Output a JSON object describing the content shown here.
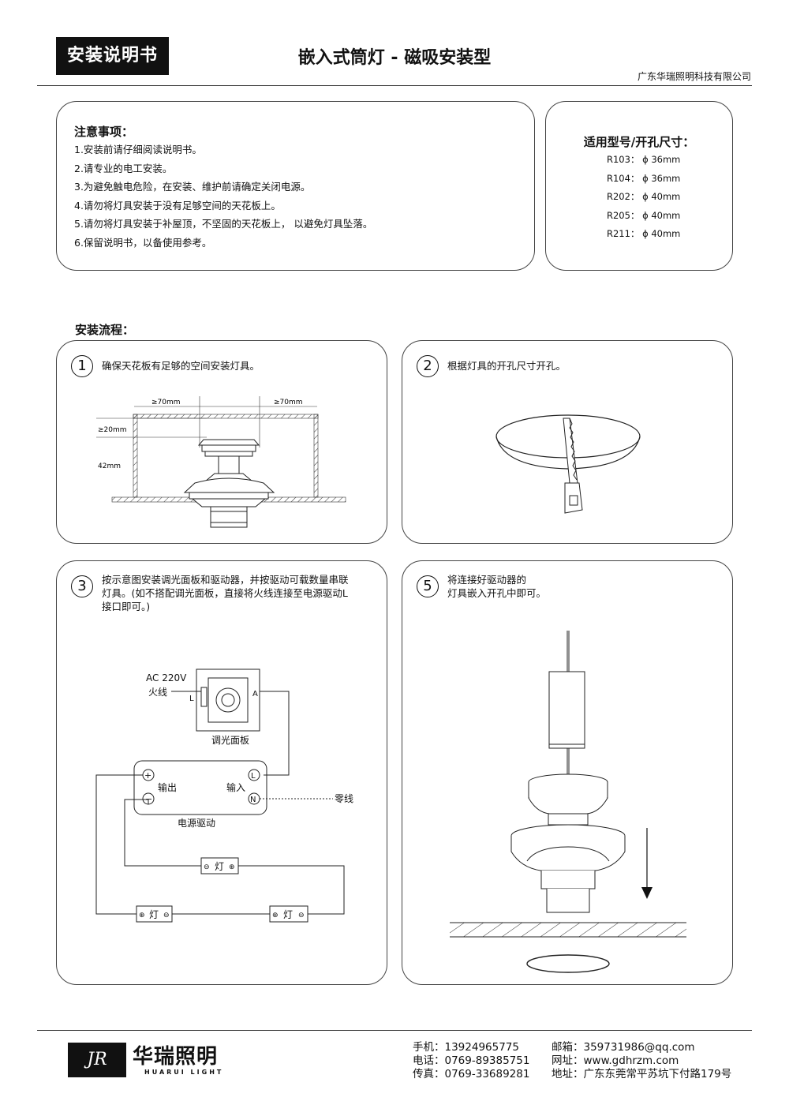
{
  "header": {
    "badge": "安装说明书",
    "title": "嵌入式筒灯 - 磁吸安装型",
    "company": "广东华瑞照明科技有限公司"
  },
  "notes": {
    "title": "注意事项：",
    "items": [
      "1.安装前请仔细阅读说明书。",
      "2.请专业的电工安装。",
      "3.为避免触电危险，在安装、维护前请确定关闭电源。",
      "4.请勿将灯具安装于没有足够空间的天花板上。",
      "5.请勿将灯具安装于补屋顶，不坚固的天花板上， 以避免灯具坠落。",
      "6.保留说明书，以备使用参考。"
    ]
  },
  "models": {
    "title": "适用型号/开孔尺寸：",
    "items": [
      "R103：  ϕ 36mm",
      "R104：  ϕ 36mm",
      "R202：  ϕ 40mm",
      "R205：  ϕ 40mm",
      "R211：  ϕ 40mm"
    ]
  },
  "process_title": "安装流程：",
  "steps": [
    {
      "num": "1",
      "text": "确保天花板有足够的空间安装灯具。",
      "labels": {
        "gap_left": "≥70mm",
        "gap_right": "≥70mm",
        "top_gap": "≥20mm",
        "height": "42mm"
      }
    },
    {
      "num": "2",
      "text": "根据灯具的开孔尺寸开孔。"
    },
    {
      "num": "3",
      "text_lines": [
        "按示意图安装调光面板和驱动器，并按驱动可载数量串联",
        "灯具。(如不搭配调光面板，直接将火线连接至电源驱动L",
        "接口即可。)"
      ],
      "labels": {
        "ac": "AC 220V",
        "live": "火线",
        "l_letter": "L",
        "a_letter": "A",
        "panel": "调光面板",
        "output": "输出",
        "input": "输入",
        "neutral": "零线",
        "driver": "电源驱动",
        "lamp": "灯",
        "plus": "+",
        "minus": "−",
        "L": "L",
        "N": "N"
      }
    },
    {
      "num": "5",
      "text_lines": [
        "将连接好驱动器的",
        "灯具嵌入开孔中即可。"
      ]
    }
  ],
  "footer": {
    "brand": "华瑞照明",
    "brand_en": "HUARUI LIGHT",
    "logo_letters": "JR",
    "mobile": "手机：13924965775",
    "phone": "电话：0769-89385751",
    "fax": "传真：0769-33689281",
    "email": "邮箱：359731986@qq.com",
    "web": "网址：www.gdhrzm.com",
    "address": "地址：广东东莞常平苏坑下付路179号"
  }
}
